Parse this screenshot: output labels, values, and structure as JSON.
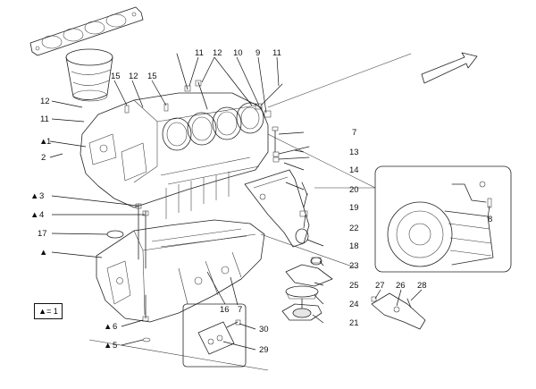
{
  "labels": [
    {
      "id": "l11a",
      "text": "11"
    },
    {
      "id": "l12a",
      "text": "12"
    },
    {
      "id": "l10",
      "text": "10"
    },
    {
      "id": "l9",
      "text": "9"
    },
    {
      "id": "l11b",
      "text": "11"
    },
    {
      "id": "l15a",
      "text": "15"
    },
    {
      "id": "l12b",
      "text": "12"
    },
    {
      "id": "l15b",
      "text": "15"
    },
    {
      "id": "l12c",
      "text": "12"
    },
    {
      "id": "l11c",
      "text": "11"
    },
    {
      "id": "l1",
      "text": "1"
    },
    {
      "id": "l2",
      "text": "2"
    },
    {
      "id": "l7a",
      "text": "7"
    },
    {
      "id": "l13",
      "text": "13"
    },
    {
      "id": "l14",
      "text": "14"
    },
    {
      "id": "l20",
      "text": "20"
    },
    {
      "id": "l19",
      "text": "19"
    },
    {
      "id": "l22",
      "text": "22"
    },
    {
      "id": "l8",
      "text": "8"
    },
    {
      "id": "l3",
      "text": "3"
    },
    {
      "id": "l4",
      "text": "4"
    },
    {
      "id": "l17",
      "text": "17"
    },
    {
      "id": "l18",
      "text": "18"
    },
    {
      "id": "l23",
      "text": "23"
    },
    {
      "id": "l25",
      "text": "25"
    },
    {
      "id": "l24",
      "text": "24"
    },
    {
      "id": "l21",
      "text": "21"
    },
    {
      "id": "l27",
      "text": "27"
    },
    {
      "id": "l26",
      "text": "26"
    },
    {
      "id": "l28",
      "text": "28"
    },
    {
      "id": "l16",
      "text": "16"
    },
    {
      "id": "l7b",
      "text": "7"
    },
    {
      "id": "l6",
      "text": "6"
    },
    {
      "id": "l5",
      "text": "5"
    },
    {
      "id": "l30",
      "text": "30"
    },
    {
      "id": "l29",
      "text": "29"
    }
  ],
  "legend": {
    "text": "▲= 1"
  },
  "triangle_marker": "▲",
  "colors": {
    "line": "#222222",
    "label": "#111111",
    "background": "#ffffff"
  }
}
